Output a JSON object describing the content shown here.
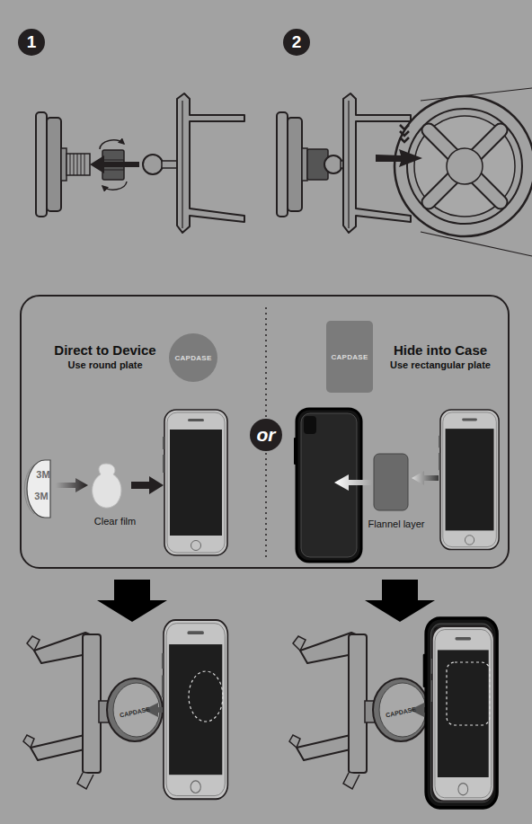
{
  "diagram": {
    "nodes": [
      {
        "text": [
          "1"
        ]
      },
      {
        "text": [
          "2"
        ]
      },
      {
        "text": [
          "Direct to Device",
          "Use round plate",
          "Hide into Case",
          "Use rectangular plate"
        ]
      },
      {
        "text": [
          "CAPDASE"
        ],
        "in": 2
      },
      {
        "text": [
          "CAPDASE"
        ],
        "in": 2
      },
      {
        "text": [
          "or"
        ],
        "in": 2
      }
    ],
    "labels": [
      "3M",
      "3M",
      "Clear film",
      "Flannel layer",
      "CAPDASE",
      "CAPDASE"
    ]
  }
}
